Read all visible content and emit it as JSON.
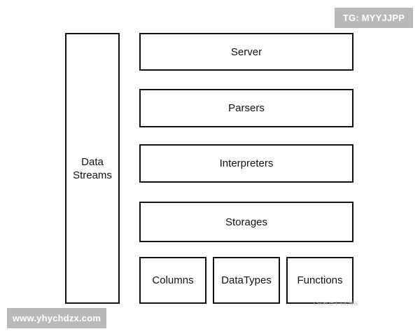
{
  "diagram": {
    "side": {
      "line1": "Data",
      "line2": "Streams"
    },
    "layers": {
      "server": "Server",
      "parsers": "Parsers",
      "interpreters": "Interpreters",
      "storages": "Storages"
    },
    "bottom": {
      "columns": "Columns",
      "datatypes": "DataTypes",
      "functions": "Functions"
    }
  },
  "overlays": {
    "top_badge": "TG: MYYJJPP",
    "bottom_badge": "www.yhychdzx.com",
    "faint_watermark": "CSDN @卡卡的博客"
  },
  "colors": {
    "stroke": "#111111",
    "badge_bg": "#b9b9b9",
    "badge_text": "#ffffff"
  }
}
